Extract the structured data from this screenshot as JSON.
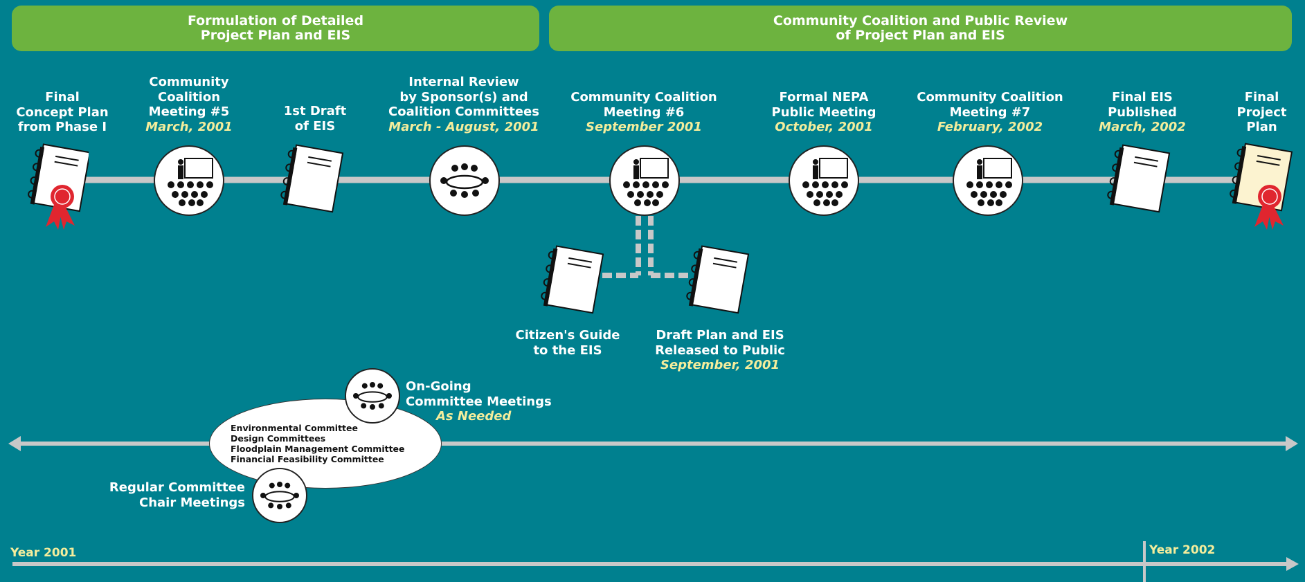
{
  "banners": {
    "left": [
      "Formulation of Detailed",
      "Project Plan and EIS"
    ],
    "right": [
      "Community Coalition and Public Review",
      "of Project Plan and EIS"
    ]
  },
  "milestones": {
    "m1": {
      "title": [
        "Final",
        "Concept Plan",
        "from Phase I"
      ],
      "date": ""
    },
    "m2": {
      "title": [
        "Community",
        "Coalition",
        "Meeting #5"
      ],
      "date": "March, 2001"
    },
    "m3": {
      "title": [
        "1st Draft",
        "of EIS"
      ],
      "date": ""
    },
    "m4": {
      "title": [
        "Internal Review",
        "by Sponsor(s) and",
        "Coalition Committees"
      ],
      "date": "March - August, 2001"
    },
    "m5": {
      "title": [
        "Community Coalition",
        "Meeting #6"
      ],
      "date": "September 2001"
    },
    "m6": {
      "title": [
        "Formal NEPA",
        "Public Meeting"
      ],
      "date": "October, 2001"
    },
    "m7": {
      "title": [
        "Community Coalition",
        "Meeting #7"
      ],
      "date": "February, 2002"
    },
    "m8": {
      "title": [
        "Final EIS",
        "Published"
      ],
      "date": "March, 2002"
    },
    "m9": {
      "title": [
        "Final",
        "Project",
        "Plan"
      ],
      "date": ""
    }
  },
  "branch": {
    "guide": [
      "Citizen's Guide",
      "to the EIS"
    ],
    "draft": [
      "Draft Plan and EIS",
      "Released to Public"
    ],
    "draft_date": "September, 2001"
  },
  "committees": {
    "ongoing": [
      "On-Going",
      "Committee Meetings"
    ],
    "ongoing_date": "As Needed",
    "list": [
      "Environmental Committee",
      "Design Committees",
      "Floodplain Management Committee",
      "Financial Feasibility Committee"
    ],
    "chair": [
      "Regular Committee",
      "Chair Meetings"
    ]
  },
  "years": {
    "y2001": "Year 2001",
    "y2002": "Year 2002"
  },
  "colors": {
    "background": "#00808f",
    "banner": "#6db33f",
    "date_text": "#f4ed9c",
    "line": "#c8c8c8"
  }
}
